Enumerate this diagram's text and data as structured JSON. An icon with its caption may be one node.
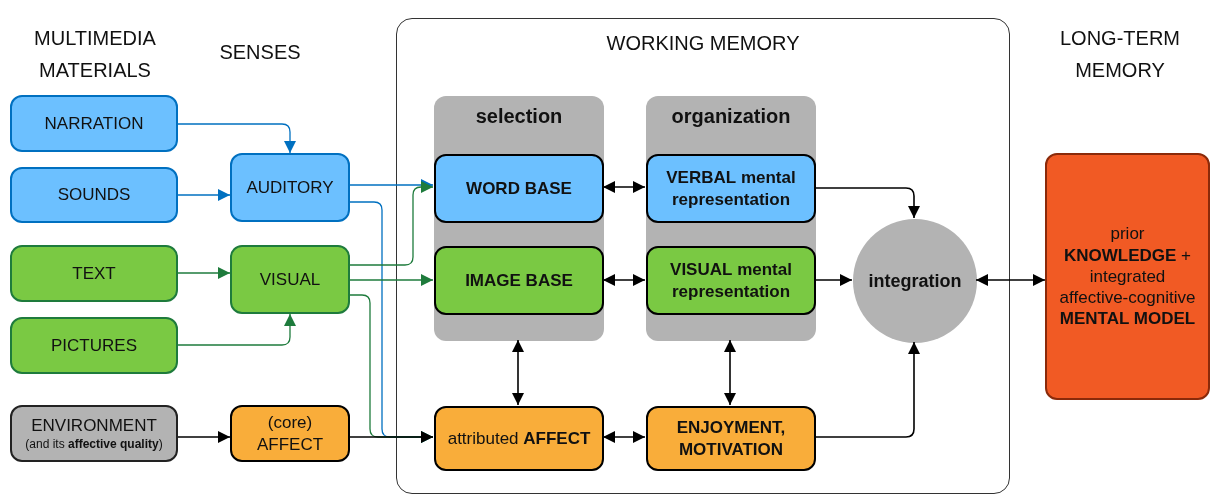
{
  "diagram": {
    "nodes": [
      {
        "text": [
          "WORKING MEMORY"
        ]
      },
      {
        "text": [
          "selection"
        ],
        "in": 0
      },
      {
        "text": [
          "organization"
        ],
        "in": 0
      },
      {
        "text": [
          "NARRATION"
        ]
      },
      {
        "text": [
          "SOUNDS"
        ]
      },
      {
        "text": [
          "TEXT"
        ]
      },
      {
        "text": [
          "PICTURES"
        ]
      },
      {
        "text": [
          "ENVIRONMENT",
          "(and its **affective quality**)"
        ]
      },
      {
        "text": [
          "AUDITORY"
        ]
      },
      {
        "text": [
          "VISUAL"
        ]
      },
      {
        "text": [
          "(core) AFFECT"
        ]
      },
      {
        "text": [
          "**WORD** BASE"
        ],
        "in": 1
      },
      {
        "text": [
          "**IMAGE** BASE"
        ],
        "in": 1
      },
      {
        "text": [
          "**VERBAL** mental representation"
        ],
        "in": 2
      },
      {
        "text": [
          "**VISUAL** mental representation"
        ],
        "in": 2
      },
      {
        "text": [
          "attributed **AFFECT**"
        ],
        "in": 0
      },
      {
        "text": [
          "ENJOYMENT, MOTIVATION"
        ],
        "in": 0
      },
      {
        "text": [
          "integration"
        ],
        "in": 0
      },
      {
        "text": [
          "prior **KNOWLEDGE** + integrated affective-cognitive **MENTAL MODEL**"
        ]
      }
    ],
    "edges": [
      {
        "from": 3,
        "to": 8,
        "arrow": "to",
        "color": "#0070c0"
      },
      {
        "from": 4,
        "to": 8,
        "arrow": "to",
        "color": "#0070c0"
      },
      {
        "from": 5,
        "to": 9,
        "arrow": "to",
        "color": "#1e7b3c"
      },
      {
        "from": 6,
        "to": 9,
        "arrow": "to",
        "color": "#1e7b3c"
      },
      {
        "from": 7,
        "to": 10,
        "arrow": "to"
      },
      {
        "from": 8,
        "to": 11,
        "arrow": "to",
        "color": "#0070c0"
      },
      {
        "from": 8,
        "to": 15,
        "arrow": "to",
        "color": "#0070c0"
      },
      {
        "from": 9,
        "to": 11,
        "arrow": "to",
        "color": "#1e7b3c"
      },
      {
        "from": 9,
        "to": 12,
        "arrow": "to",
        "color": "#1e7b3c"
      },
      {
        "from": 9,
        "to": 15,
        "arrow": "to",
        "color": "#1e7b3c"
      },
      {
        "from": 10,
        "to": 15,
        "arrow": "to"
      },
      {
        "from": 11,
        "to": 13,
        "arrow": "both"
      },
      {
        "from": 12,
        "to": 14,
        "arrow": "both"
      },
      {
        "from": 15,
        "to": 16,
        "arrow": "both"
      },
      {
        "from": 1,
        "to": 15,
        "arrow": "both"
      },
      {
        "from": 2,
        "to": 16,
        "arrow": "both"
      },
      {
        "from": 13,
        "to": 17,
        "arrow": "to"
      },
      {
        "from": 14,
        "to": 17,
        "arrow": "to"
      },
      {
        "from": 16,
        "to": 17,
        "arrow": "to"
      },
      {
        "from": 17,
        "to": 18,
        "arrow": "both"
      }
    ],
    "labels": [
      "MULTIMEDIA MATERIALS",
      "SENSES",
      "LONG-TERM MEMORY"
    ]
  }
}
